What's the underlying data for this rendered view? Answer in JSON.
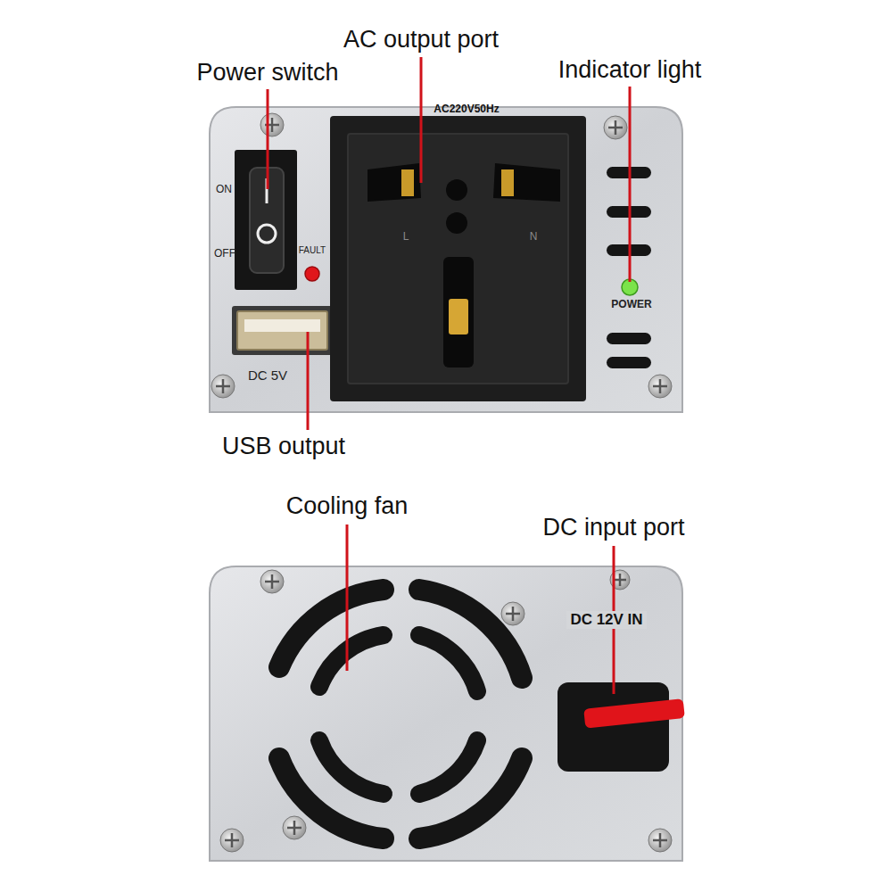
{
  "diagram": {
    "labels": [
      "Power switch",
      "AC output port",
      "Indicator light",
      "AC220V50Hz",
      "ON",
      "OFF",
      "FAULT",
      "L",
      "N",
      "POWER",
      "DC 5V",
      "USB output",
      "Cooling fan",
      "DC input port",
      "DC 12V IN"
    ]
  }
}
